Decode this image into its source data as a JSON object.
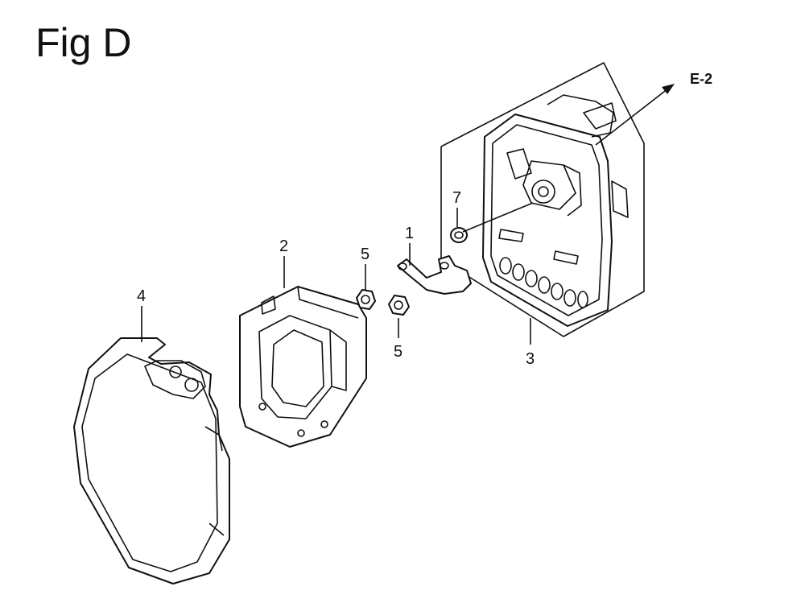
{
  "figure": {
    "title": "Fig D"
  },
  "callouts": {
    "part_1": "1",
    "part_2": "2",
    "part_3": "3",
    "part_4": "4",
    "part_5_upper": "5",
    "part_5_lower": "5",
    "part_7": "7"
  },
  "reference": {
    "label": "E-2"
  }
}
